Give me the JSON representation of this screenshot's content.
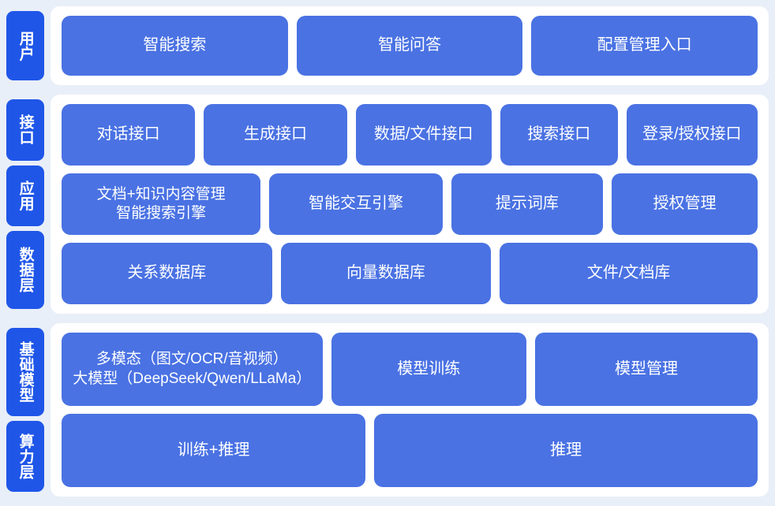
{
  "colors": {
    "page_background": "#e9eff8",
    "panel_background": "#ffffff",
    "rail_tab": "#1f56e8",
    "card": "#4a72e3",
    "text": "#ffffff"
  },
  "sections": [
    {
      "id": "user",
      "rails": [
        {
          "label": "用户"
        }
      ],
      "rows": [
        {
          "id": "user-entry",
          "cards": [
            {
              "label": "智能搜索"
            },
            {
              "label": "智能问答"
            },
            {
              "label": "配置管理入口"
            }
          ]
        }
      ]
    },
    {
      "id": "core",
      "rails": [
        {
          "label": "接口"
        },
        {
          "label": "应用"
        },
        {
          "label": "数据层"
        }
      ],
      "rows": [
        {
          "id": "interface",
          "cards": [
            {
              "label": "对话接口"
            },
            {
              "label": "生成接口"
            },
            {
              "label": "数据/文件接口"
            },
            {
              "label": "搜索接口"
            },
            {
              "label": "登录/授权接口"
            }
          ]
        },
        {
          "id": "application",
          "cards": [
            {
              "label": "文档+知识内容管理\n智能搜索引擎"
            },
            {
              "label": "智能交互引擎"
            },
            {
              "label": "提示词库"
            },
            {
              "label": "授权管理"
            }
          ]
        },
        {
          "id": "data",
          "cards": [
            {
              "label": "关系数据库"
            },
            {
              "label": "向量数据库"
            },
            {
              "label": "文件/文档库"
            }
          ]
        }
      ]
    },
    {
      "id": "model",
      "rails": [
        {
          "label": "基础模型"
        },
        {
          "label": "算力层"
        }
      ],
      "rows": [
        {
          "id": "foundation",
          "cards": [
            {
              "label": "多模态（图文/OCR/音视频）\n大模型（DeepSeek/Qwen/LLaMa）"
            },
            {
              "label": "模型训练"
            },
            {
              "label": "模型管理"
            }
          ]
        },
        {
          "id": "compute",
          "cards": [
            {
              "label": "训练+推理"
            },
            {
              "label": "推理"
            }
          ]
        }
      ]
    }
  ]
}
